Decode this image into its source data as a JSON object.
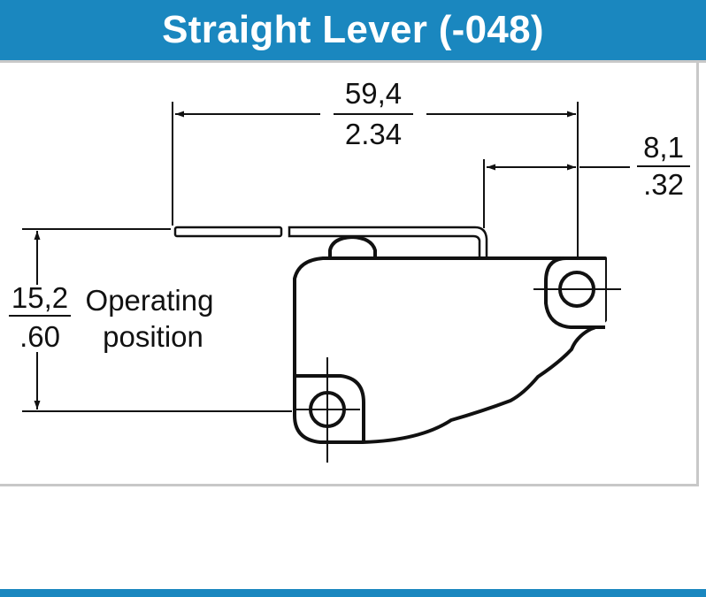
{
  "header": {
    "title": "Straight Lever (-048)",
    "color": "#1a87bf"
  },
  "diagram": {
    "overall_length": {
      "metric": "59,4",
      "imperial": "2.34"
    },
    "lever_overhang": {
      "metric": "8,1",
      "imperial": ".32"
    },
    "operating_height": {
      "metric": "15,2",
      "imperial": ".60",
      "label_line1": "Operating",
      "label_line2": "position"
    }
  }
}
